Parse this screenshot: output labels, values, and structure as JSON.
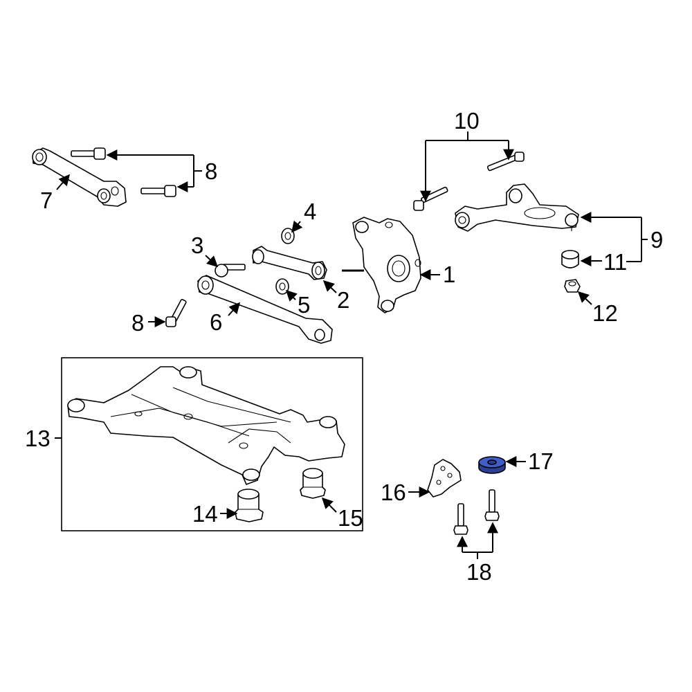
{
  "colors": {
    "line": "#000000",
    "background": "#ffffff",
    "highlight": "#3f5ec9",
    "highlight_dark": "#2b3f93"
  },
  "callouts": {
    "c1": "1",
    "c2": "2",
    "c3": "3",
    "c4": "4",
    "c5": "5",
    "c6": "6",
    "c7": "7",
    "c8a": "8",
    "c8b": "8",
    "c9": "9",
    "c10": "10",
    "c11": "11",
    "c12": "12",
    "c13": "13",
    "c14": "14",
    "c15": "15",
    "c16": "16",
    "c17": "17",
    "c18": "18"
  }
}
